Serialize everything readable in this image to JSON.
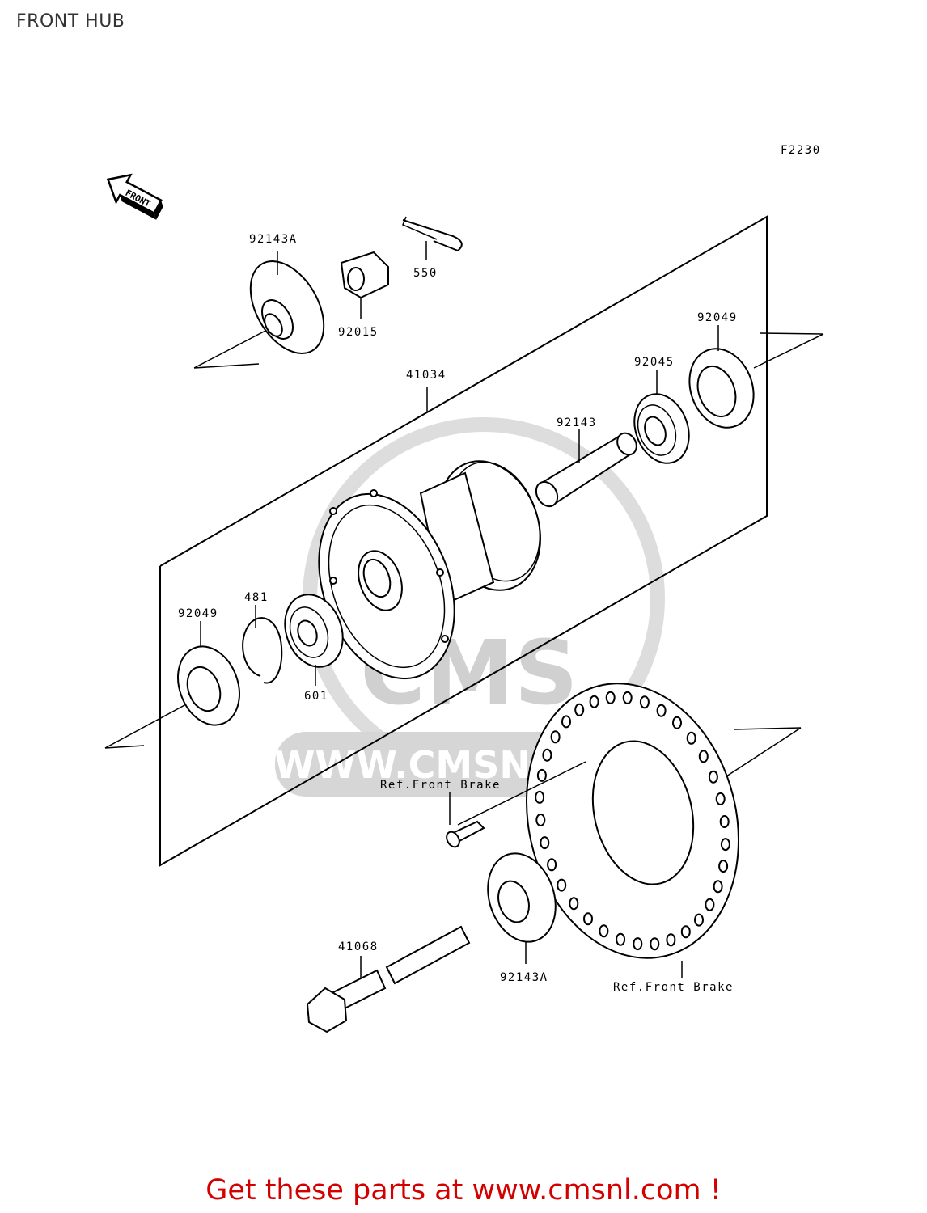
{
  "page_title": "FRONT HUB",
  "figure_code": "F2230",
  "front_arrow_label": "FRONT",
  "watermark": {
    "brand": "CMS",
    "url": "WWW.CMSNL.COM"
  },
  "part_labels": {
    "p92143A_top": "92143A",
    "p550": "550",
    "p92015": "92015",
    "p41034": "41034",
    "p92049_right": "92049",
    "p92045": "92045",
    "p92143": "92143",
    "p481": "481",
    "p92049_left": "92049",
    "p601": "601",
    "ref_front_brake_bolt": "Ref.Front Brake",
    "p41068": "41068",
    "p92143A_bottom": "92143A",
    "ref_front_brake_disc": "Ref.Front Brake"
  },
  "cta_text": "Get these parts at www.cmsnl.com !",
  "colors": {
    "cta": "#d40000",
    "watermark": "#d6d6d6",
    "lines": "#000000"
  }
}
